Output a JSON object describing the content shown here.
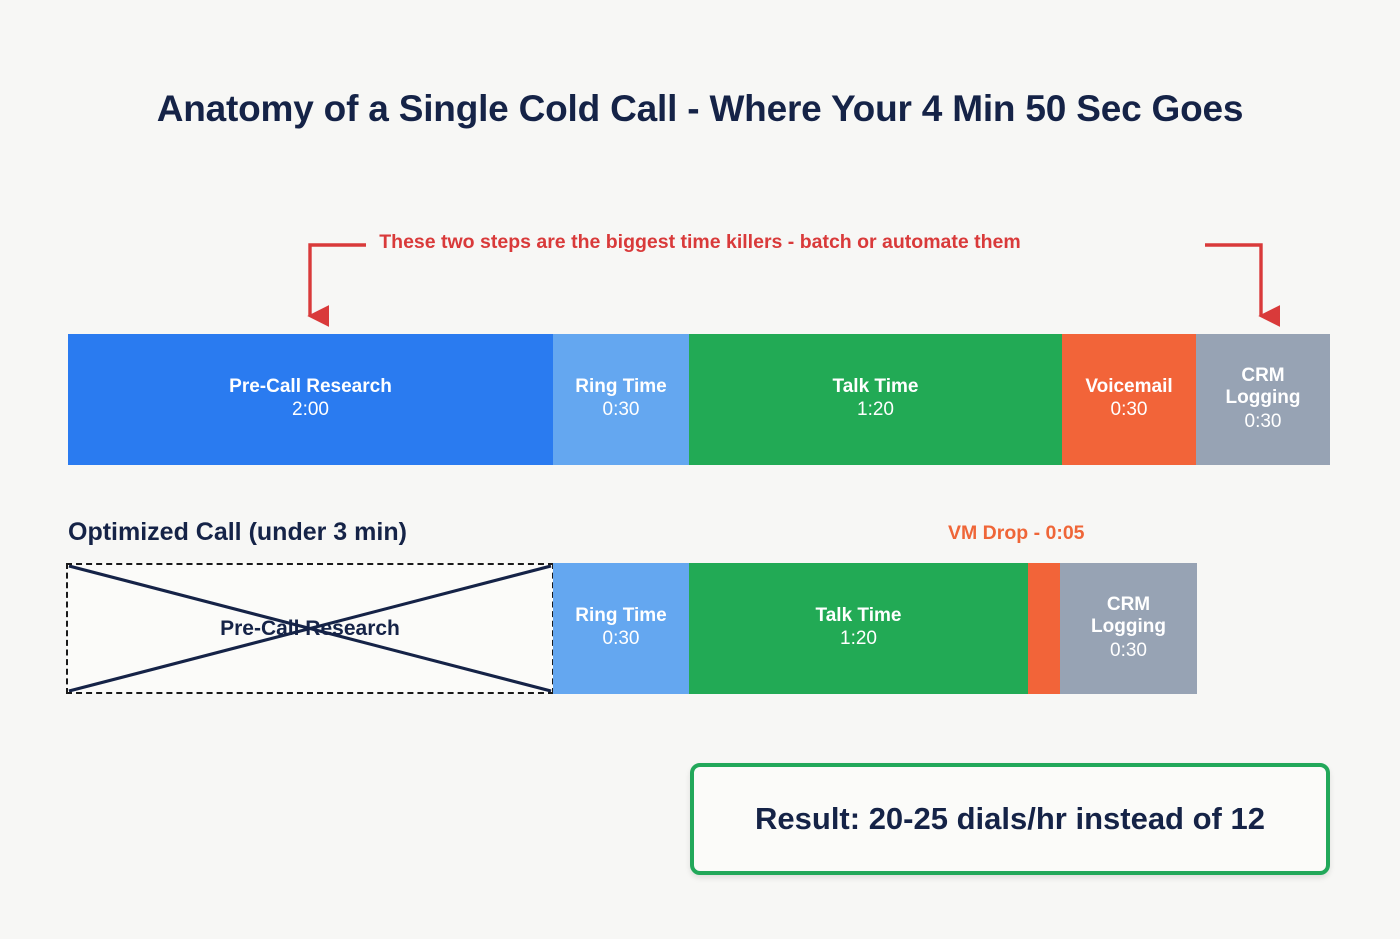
{
  "title": "Anatomy of a Single Cold Call - Where Your 4 Min 50 Sec Goes",
  "annotation": {
    "text": "These two steps are the biggest time killers - batch or automate them",
    "color": "#d93a3a"
  },
  "colors": {
    "background": "#f7f7f5",
    "navy": "#152347",
    "blue": "#2a7bf0",
    "light_blue": "#64a7f0",
    "green": "#22aa55",
    "orange": "#f26439",
    "gray": "#97a3b4",
    "red_annotation": "#d93a3a",
    "result_border": "#22a85a"
  },
  "chart_data": {
    "type": "bar",
    "title": "Anatomy of a Single Cold Call - Where Your 4 Min 50 Sec Goes",
    "orientation": "horizontal-stacked",
    "total_label": "4 Min 50 Sec",
    "series": [
      {
        "name": "Original Call",
        "segments": [
          {
            "label": "Pre-Call Research",
            "value": "2:00",
            "seconds": 120,
            "color": "#2a7bf0"
          },
          {
            "label": "Ring Time",
            "value": "0:30",
            "seconds": 30,
            "color": "#64a7f0"
          },
          {
            "label": "Talk Time",
            "value": "1:20",
            "seconds": 80,
            "color": "#22aa55"
          },
          {
            "label": "Voicemail",
            "value": "0:30",
            "seconds": 30,
            "color": "#f26439"
          },
          {
            "label": "CRM\nLogging",
            "value": "0:30",
            "seconds": 30,
            "color": "#97a3b4"
          }
        ]
      },
      {
        "name": "Optimized Call (under 3 min)",
        "removed": {
          "label": "Pre-Call Research",
          "struck_out": true
        },
        "segments": [
          {
            "label": "Ring Time",
            "value": "0:30",
            "seconds": 30,
            "color": "#64a7f0"
          },
          {
            "label": "Talk Time",
            "value": "1:20",
            "seconds": 80,
            "color": "#22aa55"
          },
          {
            "label": "",
            "value": "",
            "seconds": 5,
            "color": "#f26439",
            "external_label": "VM Drop - 0:05"
          },
          {
            "label": "CRM\nLogging",
            "value": "0:30",
            "seconds": 30,
            "color": "#97a3b4"
          }
        ]
      }
    ]
  },
  "bar_original": {
    "seg0_label": "Pre-Call Research",
    "seg0_value": "2:00",
    "seg1_label": "Ring Time",
    "seg1_value": "0:30",
    "seg2_label": "Talk Time",
    "seg2_value": "1:20",
    "seg3_label": "Voicemail",
    "seg3_value": "0:30",
    "seg4_label": "CRM\nLogging",
    "seg4_value": "0:30"
  },
  "optimized": {
    "heading": "Optimized Call (under 3 min)",
    "vm_drop_label": "VM Drop - 0:05",
    "removed_label": "Pre-Call Research",
    "seg0_label": "Ring Time",
    "seg0_value": "0:30",
    "seg1_label": "Talk Time",
    "seg1_value": "1:20",
    "seg3_label": "CRM\nLogging",
    "seg3_value": "0:30"
  },
  "result": {
    "text": "Result: 20-25 dials/hr instead of 12"
  }
}
